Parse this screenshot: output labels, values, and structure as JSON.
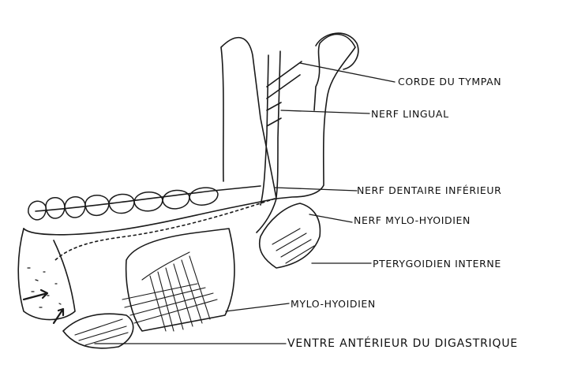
{
  "figure": {
    "labels": {
      "corde_du_tympan": "CORDE DU TYMPAN",
      "nerf_lingual": "NERF LINGUAL",
      "nerf_dentaire_inferieur": "NERF DENTAIRE INFÉRIEUR",
      "nerf_mylo_hyoidien": "NERF MYLO-HYOIDIEN",
      "pterygoidien_interne": "PTERYGOIDIEN INTERNE",
      "mylo_hyoidien": "MYLO-HYOIDIEN",
      "ventre_anterieur_du_digastrique": "VENTRE ANTÉRIEUR DU DIGASTRIQUE"
    },
    "colors": {
      "ink": "#1a1a1a",
      "background_text": "#bcbcbc",
      "paper": "#ffffff"
    }
  }
}
